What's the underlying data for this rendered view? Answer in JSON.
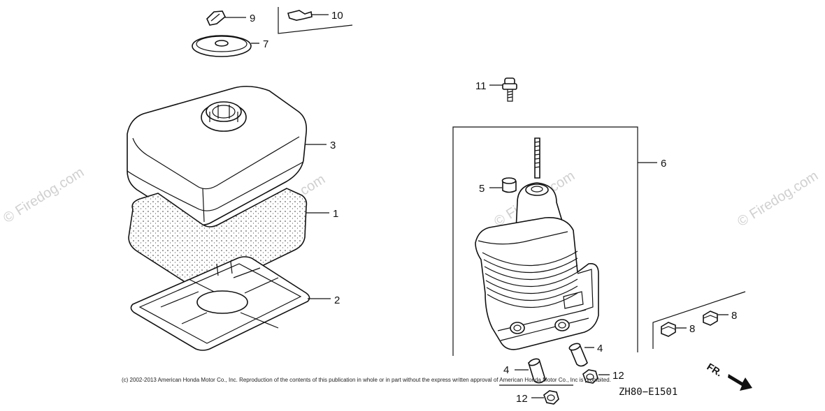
{
  "callouts": {
    "c1": "1",
    "c2": "2",
    "c3": "3",
    "c4a": "4",
    "c4b": "4",
    "c5": "5",
    "c6": "6",
    "c7": "7",
    "c8a": "8",
    "c8b": "8",
    "c9": "9",
    "c10": "10",
    "c11": "11",
    "c12a": "12",
    "c12b": "12"
  },
  "diagram_code": "ZH80−E1501",
  "front_marker": "FR.",
  "copyright": "(c) 2002-2013 American Honda Motor Co., Inc. Reproduction of the contents of this publication in whole or in part without the express written approval of American Honda Motor Co., Inc is prohibited.",
  "watermark": "© Firedog.com",
  "colors": {
    "ink": "#111111",
    "foam": "#f4f4f4",
    "watermark": "#d0d0d0"
  }
}
